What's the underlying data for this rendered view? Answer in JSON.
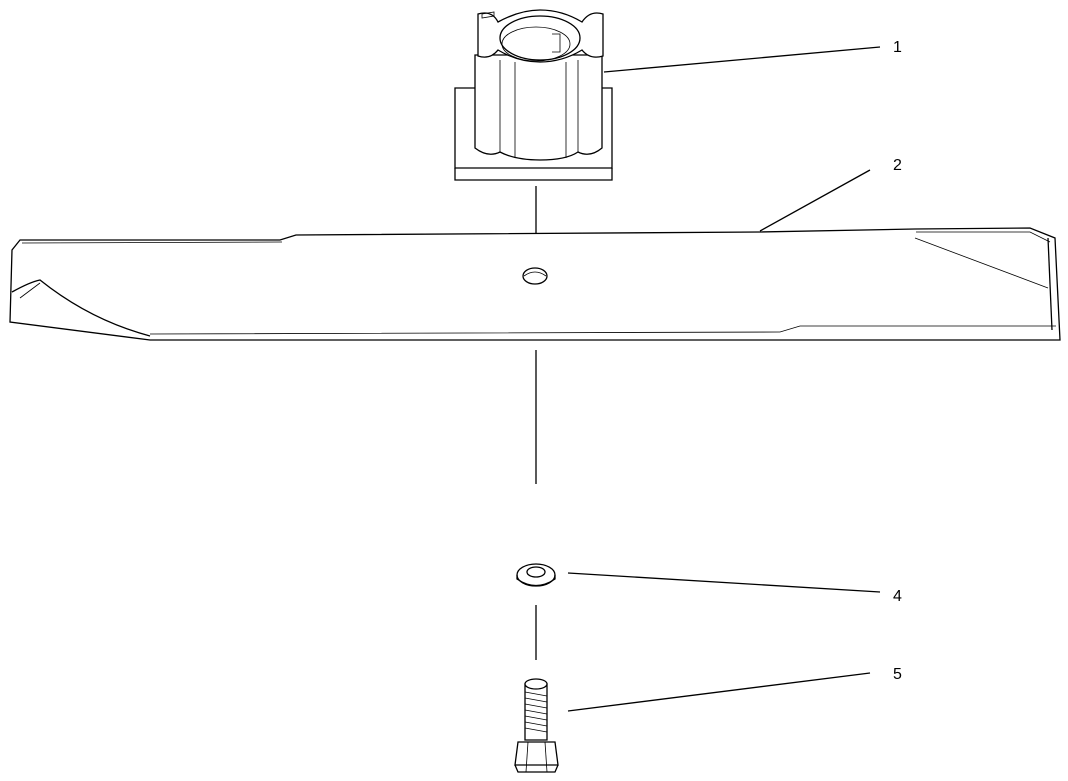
{
  "callouts": [
    {
      "number": "1",
      "part": "blade-adapter"
    },
    {
      "number": "2",
      "part": "blade"
    },
    {
      "number": "4",
      "part": "washer"
    },
    {
      "number": "5",
      "part": "blade-bolt"
    }
  ],
  "colors": {
    "ink": "#000000",
    "background": "#ffffff"
  }
}
